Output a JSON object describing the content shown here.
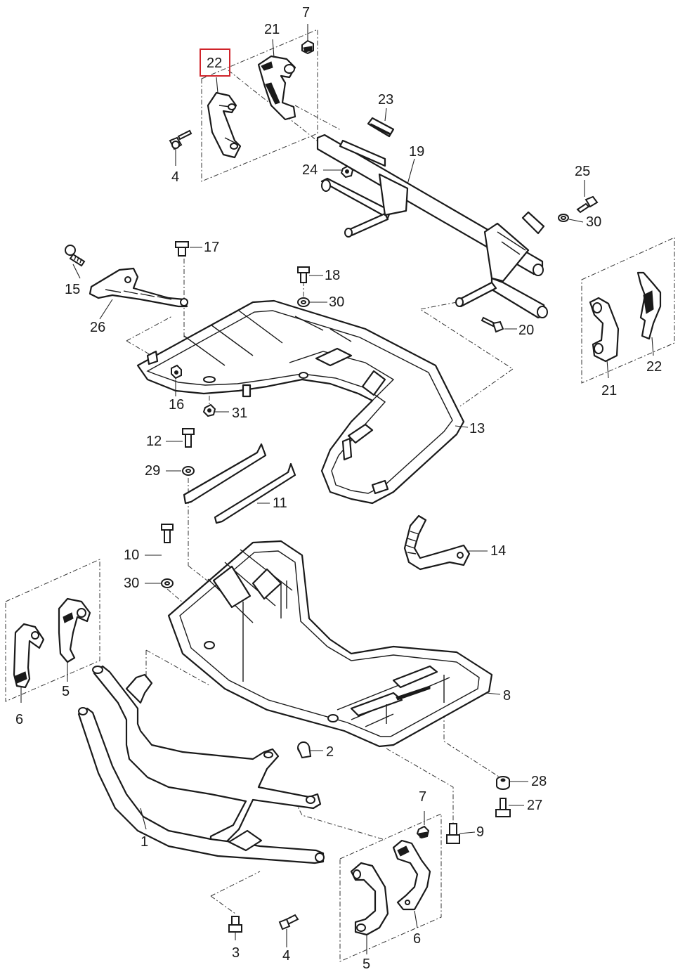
{
  "diagram": {
    "highlighted_callout": "22",
    "highlight_color": "#d0232a",
    "callouts": {
      "c1": "1",
      "c2": "2",
      "c3": "3",
      "c4a": "4",
      "c4b": "4",
      "c5a": "5",
      "c5b": "5",
      "c6a": "6",
      "c6b": "6",
      "c7a": "7",
      "c7b": "7",
      "c8": "8",
      "c9": "9",
      "c10": "10",
      "c11": "11",
      "c12": "12",
      "c13": "13",
      "c14": "14",
      "c15": "15",
      "c16": "16",
      "c17": "17",
      "c18": "18",
      "c19": "19",
      "c20": "20",
      "c21a": "21",
      "c21b": "21",
      "c22a": "22",
      "c22b": "22",
      "c23": "23",
      "c24": "24",
      "c25": "25",
      "c26": "26",
      "c27": "27",
      "c28": "28",
      "c29": "29",
      "c30a": "30",
      "c30b": "30",
      "c30c": "30",
      "c31": "31"
    }
  }
}
